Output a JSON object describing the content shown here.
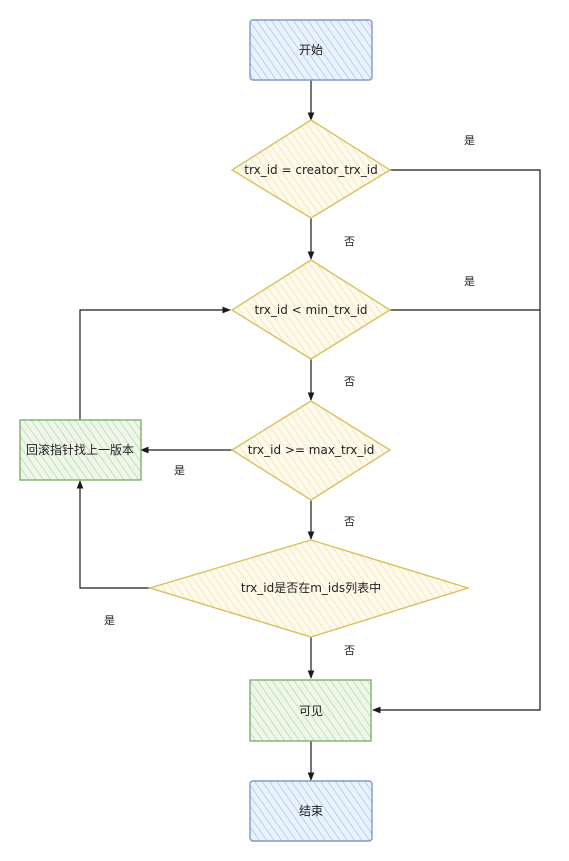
{
  "colors": {
    "start_end_fill": "#dae8fc",
    "start_end_stroke": "#7f9cc7",
    "decision_fill": "#fff4c9",
    "decision_stroke": "#d9c060",
    "process_fill": "#d5ead0",
    "process_stroke": "#7fb06e",
    "edge": "#1a1a1a"
  },
  "nodes": {
    "start": "开始",
    "check_creator": "trx_id = creator_trx_id",
    "check_min": "trx_id < min_trx_id",
    "check_max": "trx_id >= max_trx_id",
    "check_mids": "trx_id是否在m_ids列表中",
    "rollback": "回滚指针找上一版本",
    "visible": "可见",
    "end": "结束"
  },
  "labels": {
    "yes": "是",
    "no": "否"
  }
}
